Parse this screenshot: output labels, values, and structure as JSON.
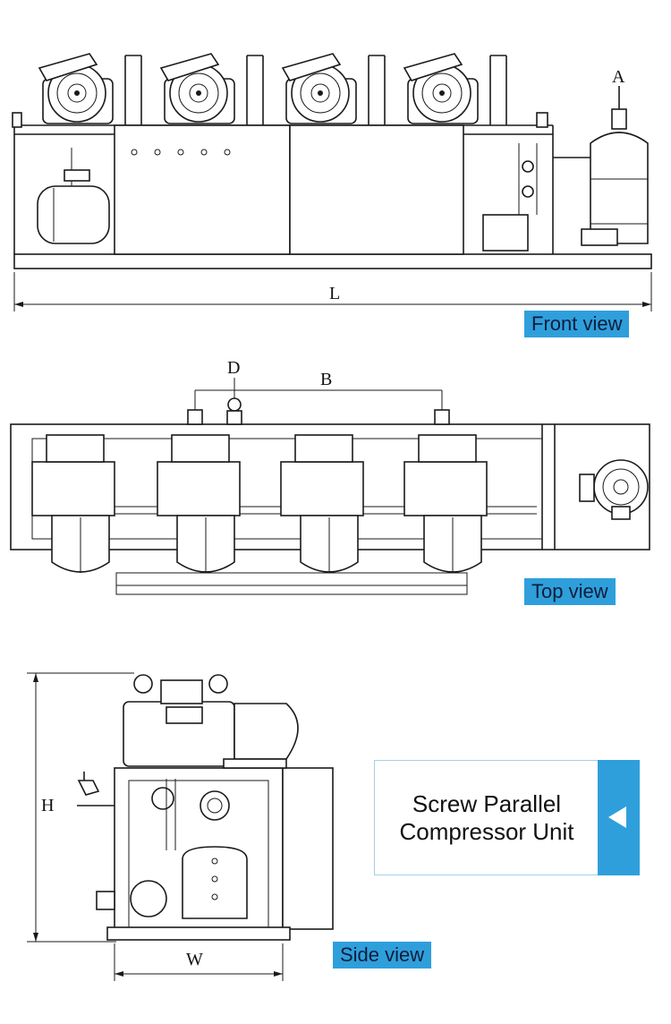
{
  "front_view": {
    "badge": "Front view",
    "label_L": "L",
    "label_A": "A"
  },
  "top_view": {
    "badge": "Top view",
    "label_D": "D",
    "label_B": "B"
  },
  "side_view": {
    "badge": "Side view",
    "label_H": "H",
    "label_W": "W"
  },
  "title_card": {
    "line1": "Screw Parallel",
    "line2": "Compressor Unit",
    "arrow_icon": "triangle-left-icon"
  },
  "colors": {
    "accent": "#2f9fdc",
    "line": "#1a1a1a"
  }
}
